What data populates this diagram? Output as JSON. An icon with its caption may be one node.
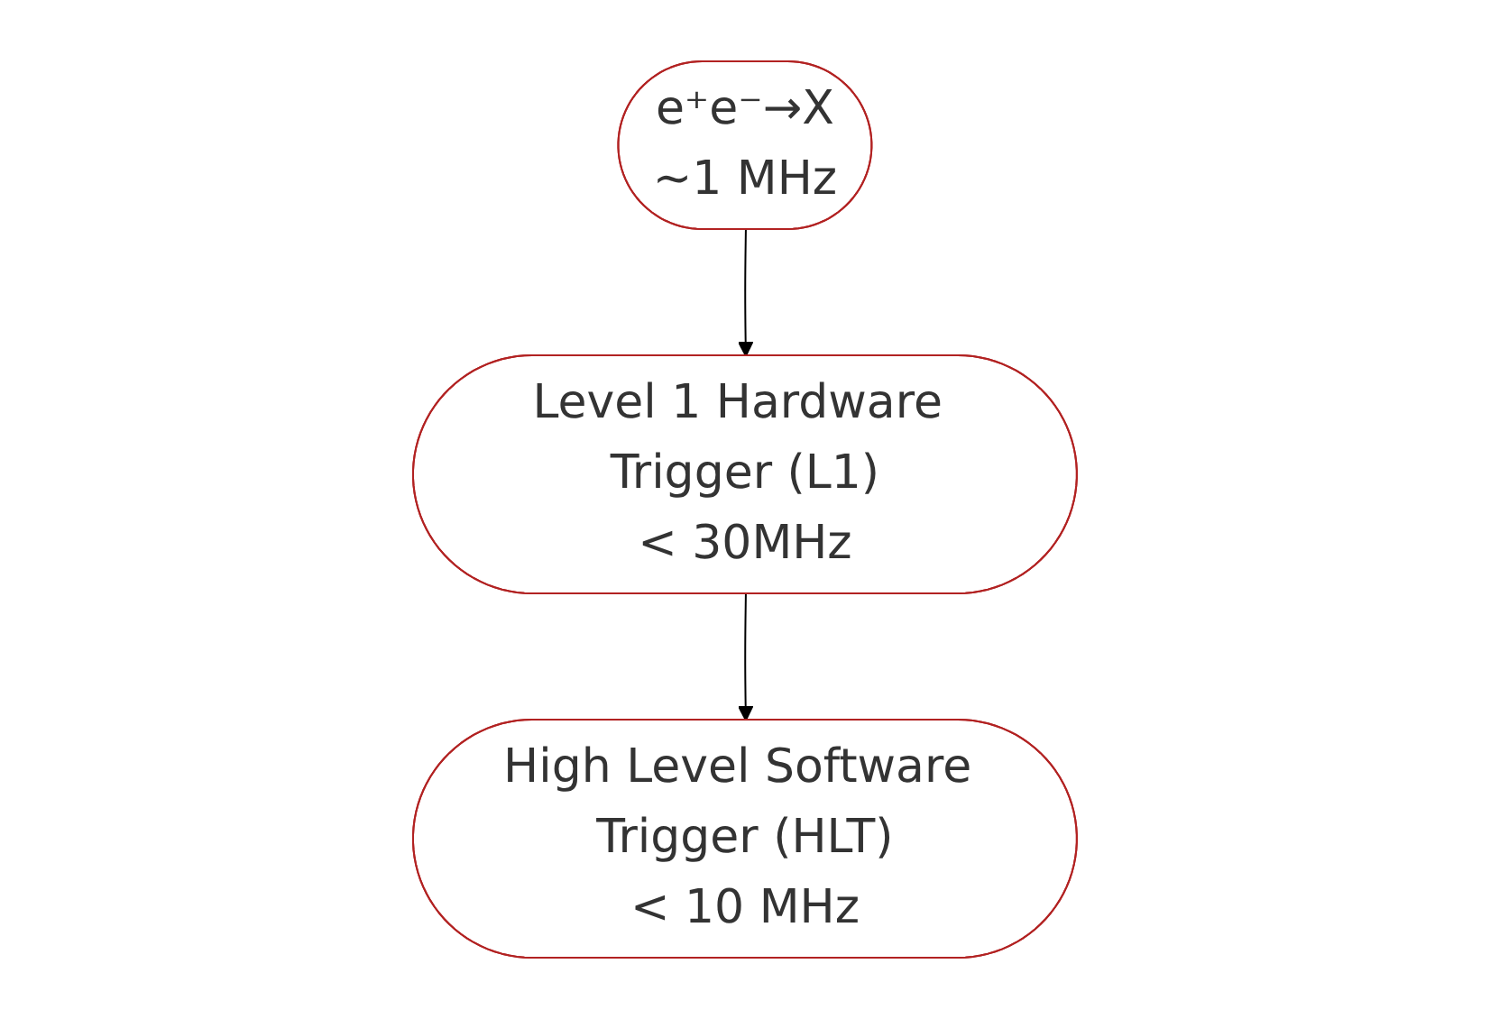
{
  "diagram": {
    "nodes": [
      {
        "text": [
          "e⁺e⁻→X",
          "~1 MHz"
        ]
      },
      {
        "text": [
          "Level 1 Hardware Trigger (L1)",
          "< 30MHz"
        ]
      },
      {
        "text": [
          "High Level Software Trigger (HLT)",
          "< 10 MHz"
        ]
      }
    ],
    "edges": [
      {
        "from": 0,
        "to": 1,
        "arrow": "to"
      },
      {
        "from": 1,
        "to": 2,
        "arrow": "to"
      }
    ]
  }
}
